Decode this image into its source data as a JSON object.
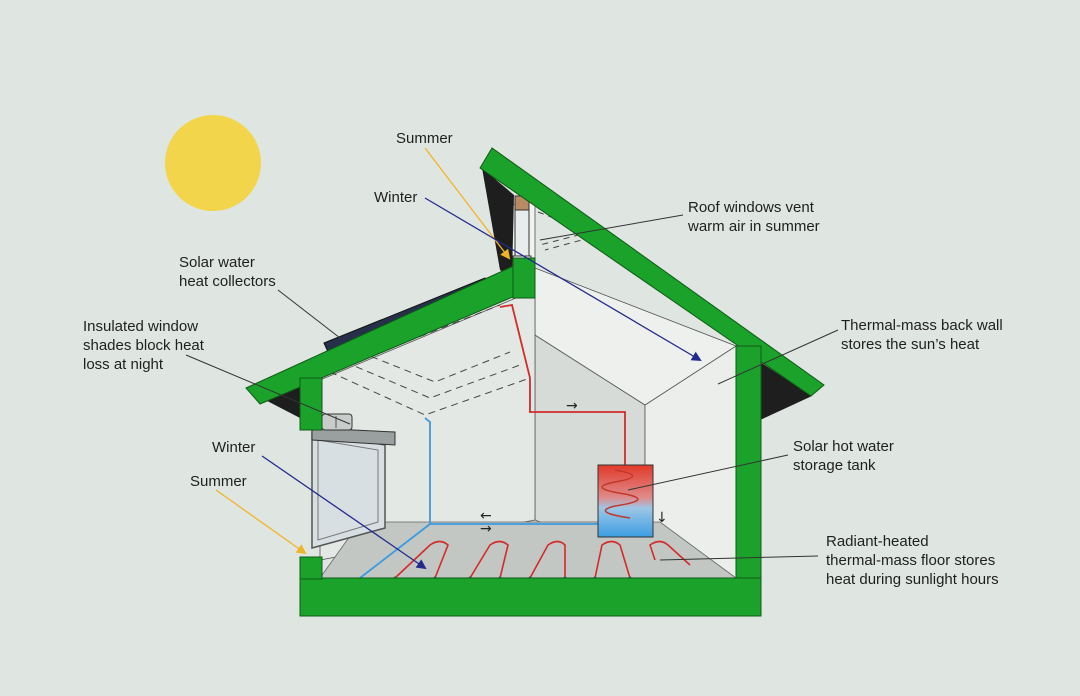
{
  "colors": {
    "background": "#dfe6e1",
    "house_frame": "#1aa22a",
    "sun": "#f2d54a",
    "summer_ray": "#f0b428",
    "winter_ray": "#242a8c",
    "hot_pipe": "#d42a2a",
    "cold_pipe": "#3b9be0",
    "wall": "#e8ece9",
    "floor": "#c2c7c4"
  },
  "labels": {
    "summer_top": "Summer",
    "winter_top": "Winter",
    "roof_windows": "Roof windows vent\nwarm air in summer",
    "solar_collectors": "Solar water\nheat collectors",
    "window_shades": "Insulated window\nshades block heat\nloss at night",
    "thermal_wall": "Thermal-mass back wall\nstores the sun’s heat",
    "hot_water_tank": "Solar hot water\nstorage tank",
    "winter_bottom": "Winter",
    "summer_bottom": "Summer",
    "radiant_floor": "Radiant-heated\nthermal-mass floor stores\nheat during sunlight hours"
  },
  "flow_arrows": {
    "right": "→",
    "left": "←",
    "down": "↓"
  },
  "icons": [
    "sun-icon",
    "solar-collector-icon",
    "roof-window-icon",
    "window-shade-icon",
    "storage-tank-icon"
  ]
}
